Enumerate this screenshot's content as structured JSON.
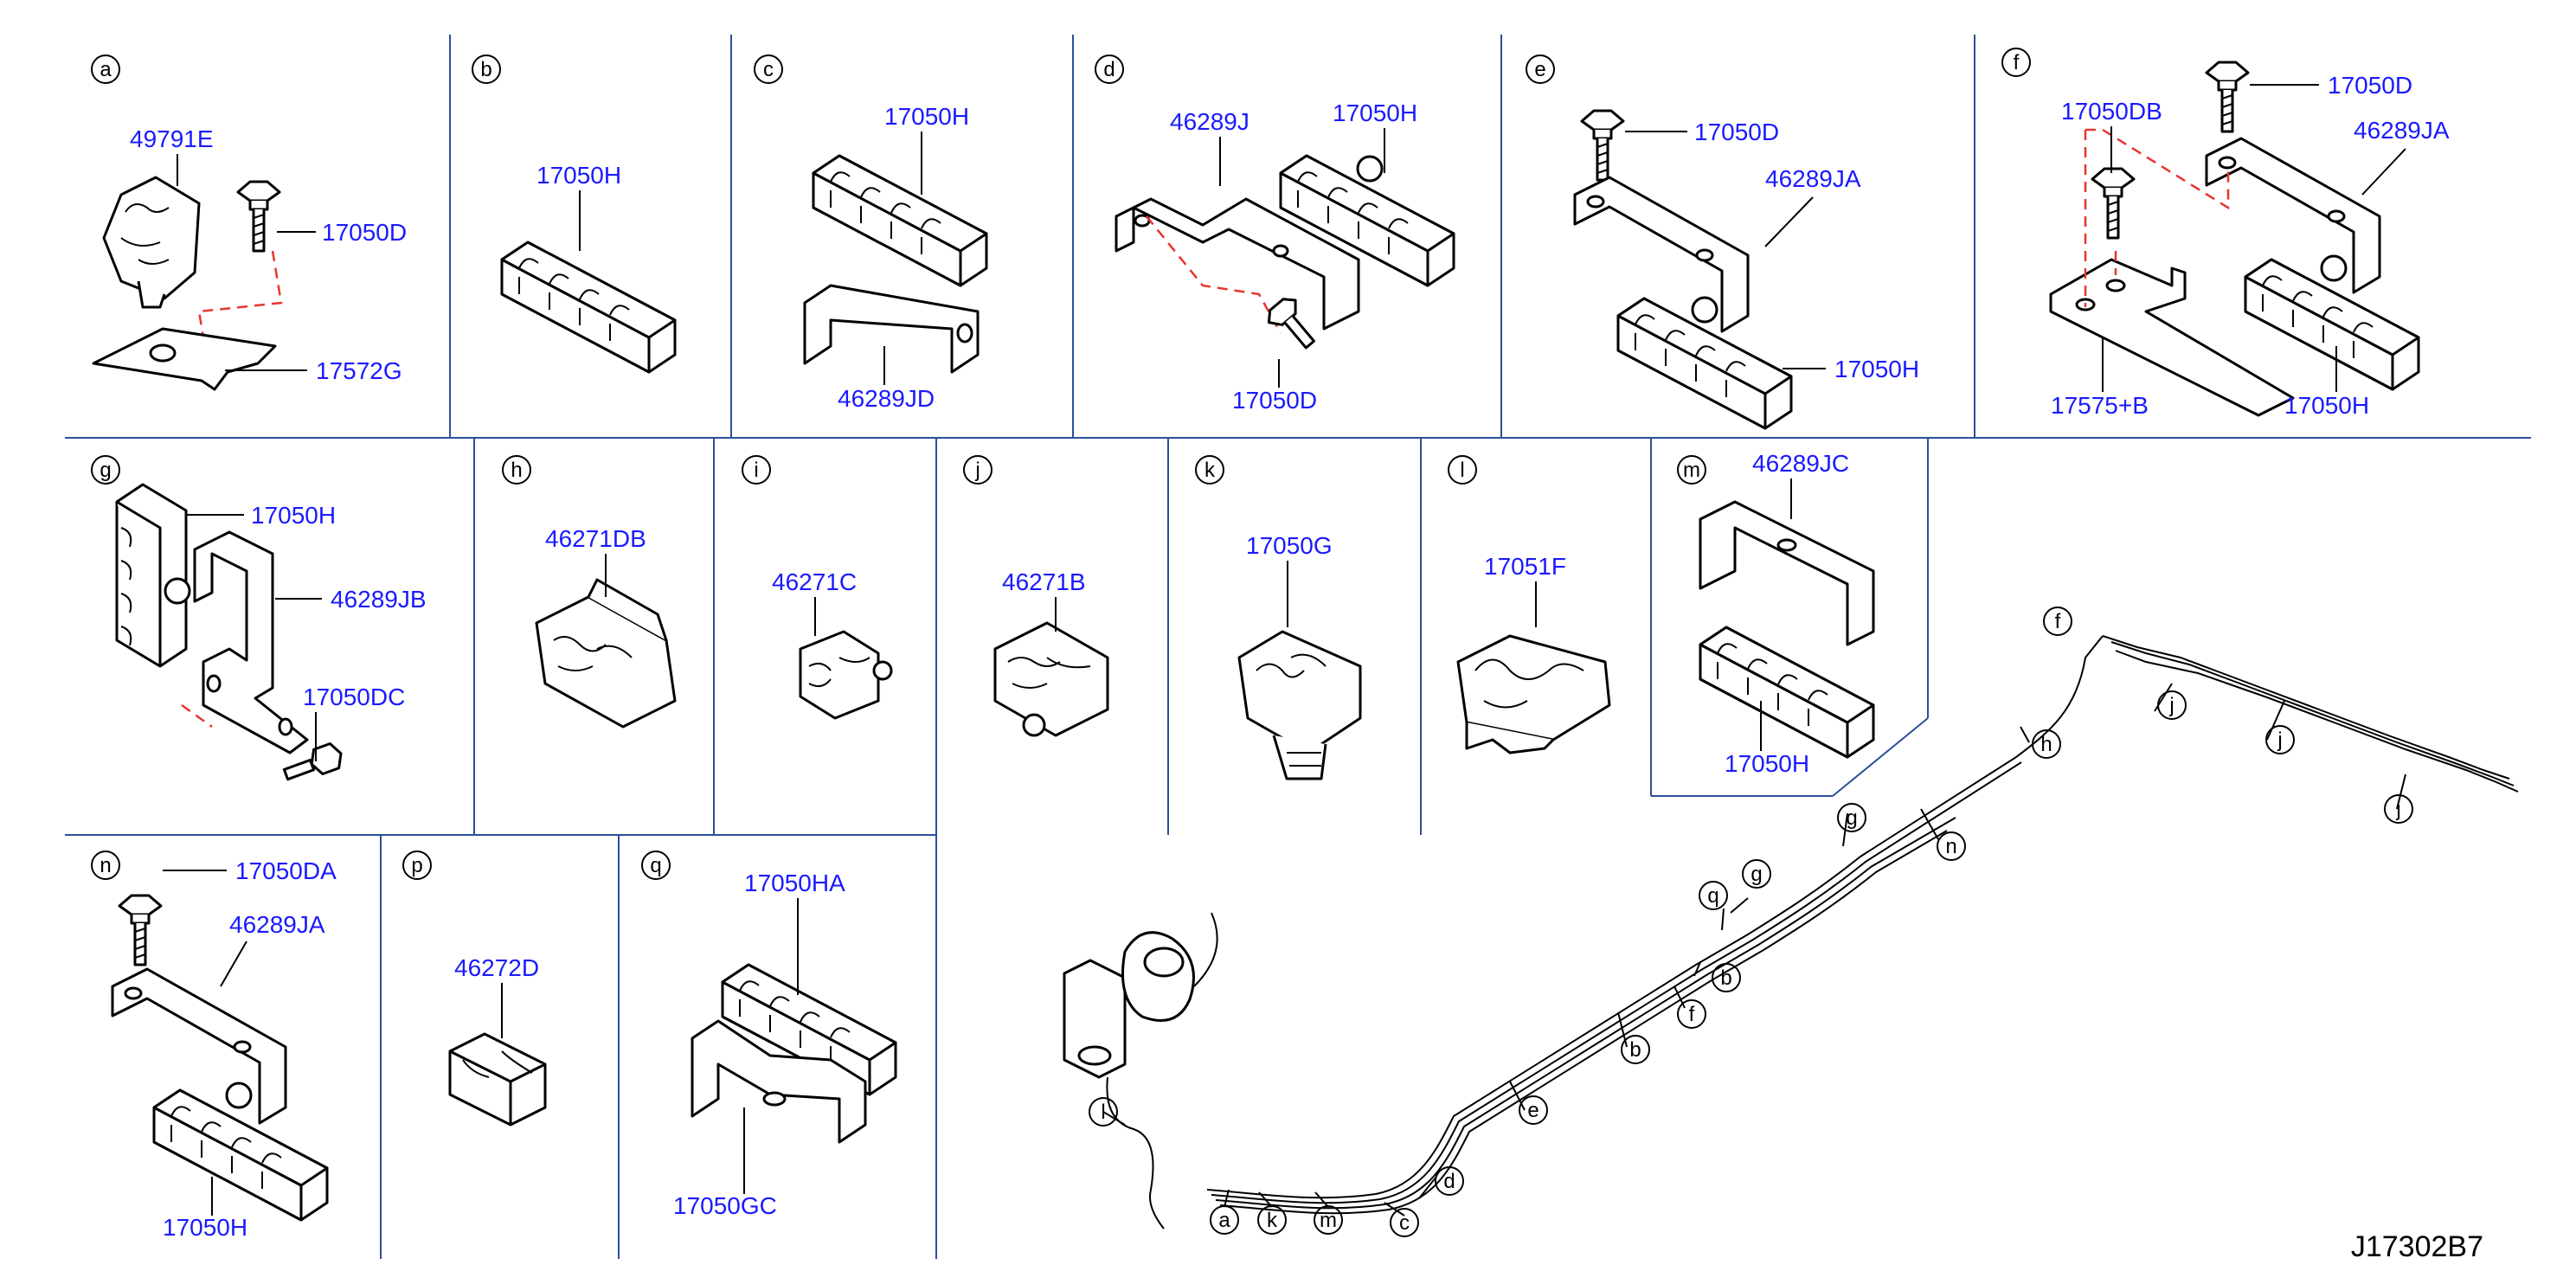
{
  "colors": {
    "part_number": "#1a1aff",
    "divider": "#2a4f9a",
    "dashed_guide": "#e8352e",
    "ink": "#000000"
  },
  "diagram_ref": "J17302B7",
  "panels": [
    {
      "letter": "a",
      "parts": [
        "49791E",
        "17050D",
        "17572G"
      ]
    },
    {
      "letter": "b",
      "parts": [
        "17050H"
      ]
    },
    {
      "letter": "c",
      "parts": [
        "17050H",
        "46289JD"
      ]
    },
    {
      "letter": "d",
      "parts": [
        "46289J",
        "17050H",
        "17050D"
      ]
    },
    {
      "letter": "e",
      "parts": [
        "17050D",
        "46289JA",
        "17050H"
      ]
    },
    {
      "letter": "f",
      "parts": [
        "17050D",
        "17050DB",
        "46289JA",
        "17575+B",
        "17050H"
      ]
    },
    {
      "letter": "g",
      "parts": [
        "17050H",
        "46289JB",
        "17050DC"
      ]
    },
    {
      "letter": "h",
      "parts": [
        "46271DB"
      ]
    },
    {
      "letter": "i",
      "parts": [
        "46271C"
      ]
    },
    {
      "letter": "j",
      "parts": [
        "46271B"
      ]
    },
    {
      "letter": "k",
      "parts": [
        "17050G"
      ]
    },
    {
      "letter": "l",
      "parts": [
        "17051F"
      ]
    },
    {
      "letter": "m",
      "parts": [
        "46289JC",
        "17050H"
      ]
    },
    {
      "letter": "n",
      "parts": [
        "17050DA",
        "46289JA",
        "17050H"
      ]
    },
    {
      "letter": "p",
      "parts": [
        "46272D"
      ]
    },
    {
      "letter": "q",
      "parts": [
        "17050HA",
        "17050GC"
      ]
    }
  ],
  "routing_callouts": [
    "l",
    "a",
    "k",
    "m",
    "c",
    "d",
    "e",
    "b",
    "f",
    "b",
    "q",
    "g",
    "g",
    "n",
    "h",
    "j",
    "j",
    "j",
    "f"
  ]
}
